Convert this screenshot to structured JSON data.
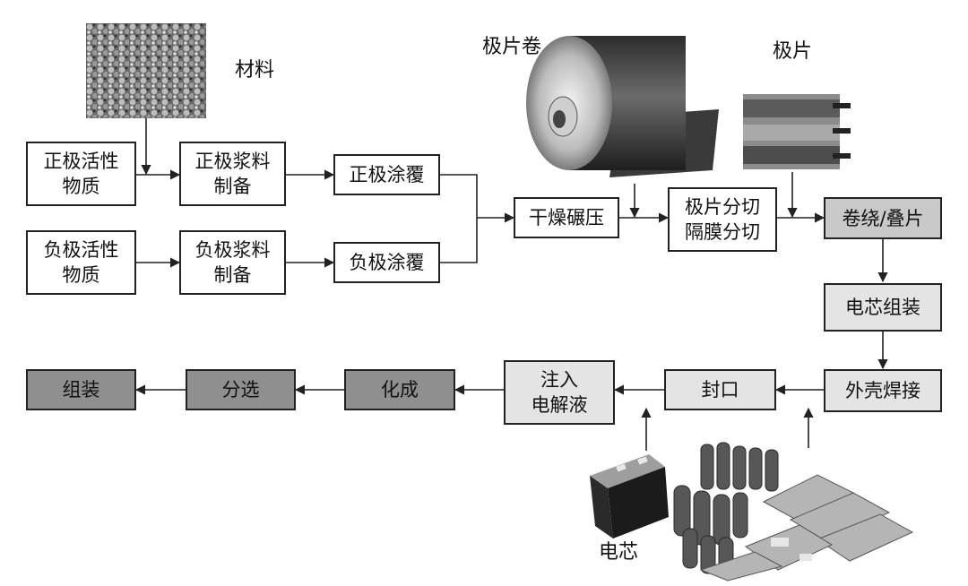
{
  "image_labels": {
    "material": "材料",
    "electrode_roll": "极片卷",
    "electrode_sheet": "极片",
    "cell": "电芯"
  },
  "nodes": {
    "cathode_active": {
      "line1": "正极活性",
      "line2": "物质"
    },
    "cathode_slurry": {
      "line1": "正极浆料",
      "line2": "制备"
    },
    "cathode_coating": {
      "line1": "正极涂覆"
    },
    "anode_active": {
      "line1": "负极活性",
      "line2": "物质"
    },
    "anode_slurry": {
      "line1": "负极浆料",
      "line2": "制备"
    },
    "anode_coating": {
      "line1": "负极涂覆"
    },
    "drying_rolling": {
      "line1": "干燥碾压"
    },
    "slitting": {
      "line1": "极片分切",
      "line2": "隔膜分切"
    },
    "winding_stacking": {
      "line1": "卷绕/叠片"
    },
    "cell_assembly": {
      "line1": "电芯组装"
    },
    "case_welding": {
      "line1": "外壳焊接"
    },
    "sealing": {
      "line1": "封口"
    },
    "electrolyte_injection": {
      "line1": "注入",
      "line2": "电解液"
    },
    "formation": {
      "line1": "化成"
    },
    "sorting": {
      "line1": "分选"
    },
    "assembly": {
      "line1": "组装"
    }
  }
}
